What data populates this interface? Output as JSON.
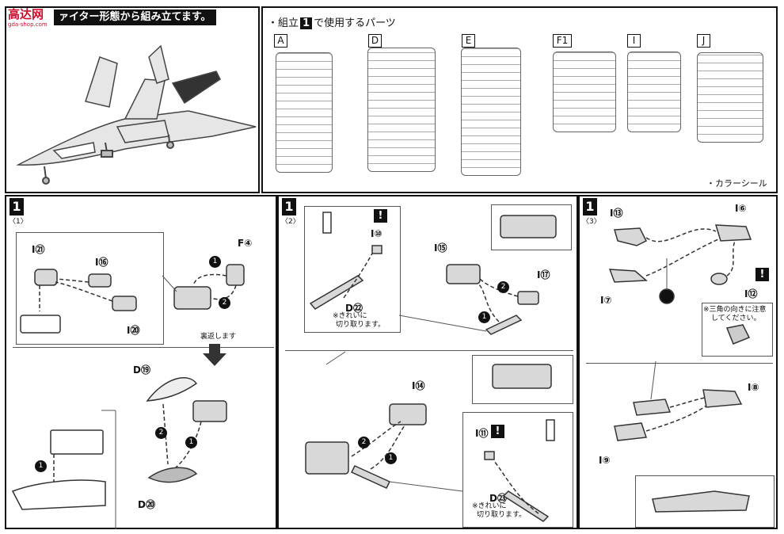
{
  "header": {
    "logo_text": "高达网",
    "logo_url_text": "gda-shop.com",
    "title": "ァイター形態から組み立てます。"
  },
  "parts_panel": {
    "title_pre": "・組立",
    "title_num": "1",
    "title_post": "で使用するパーツ",
    "runners": [
      "A",
      "D",
      "E",
      "F1",
      "I",
      "J"
    ],
    "color_seal": "・カラーシール"
  },
  "step1": {
    "num": "1",
    "sub": "〈1〉",
    "parts": {
      "i21": "I㉑",
      "i16": "I⑯",
      "i20": "I⑳",
      "f4": "F④",
      "d19": "D⑲",
      "d20": "D⑳"
    },
    "flip_note": "裏返します"
  },
  "step2": {
    "num": "1",
    "sub": "〈2〉",
    "parts": {
      "i10": "I⑩",
      "d22": "D㉒",
      "i15": "I⑮",
      "i17": "I⑰",
      "i14": "I⑭",
      "i11": "I⑪",
      "d23": "D㉓"
    },
    "note_a": "※きれいに",
    "note_b": "切り取ります。",
    "note_c": "※きれいに",
    "note_d": "切り取ります。"
  },
  "step3": {
    "num": "1",
    "sub": "〈3〉",
    "parts": {
      "i13": "I⑬",
      "i6": "I⑥",
      "i7": "I⑦",
      "i12": "I⑫",
      "i8": "I⑧",
      "i9": "I⑨"
    },
    "note_a": "※三角の向きに注意",
    "note_b": "してください。"
  },
  "order": {
    "one": "1",
    "two": "2"
  },
  "warn": "!"
}
